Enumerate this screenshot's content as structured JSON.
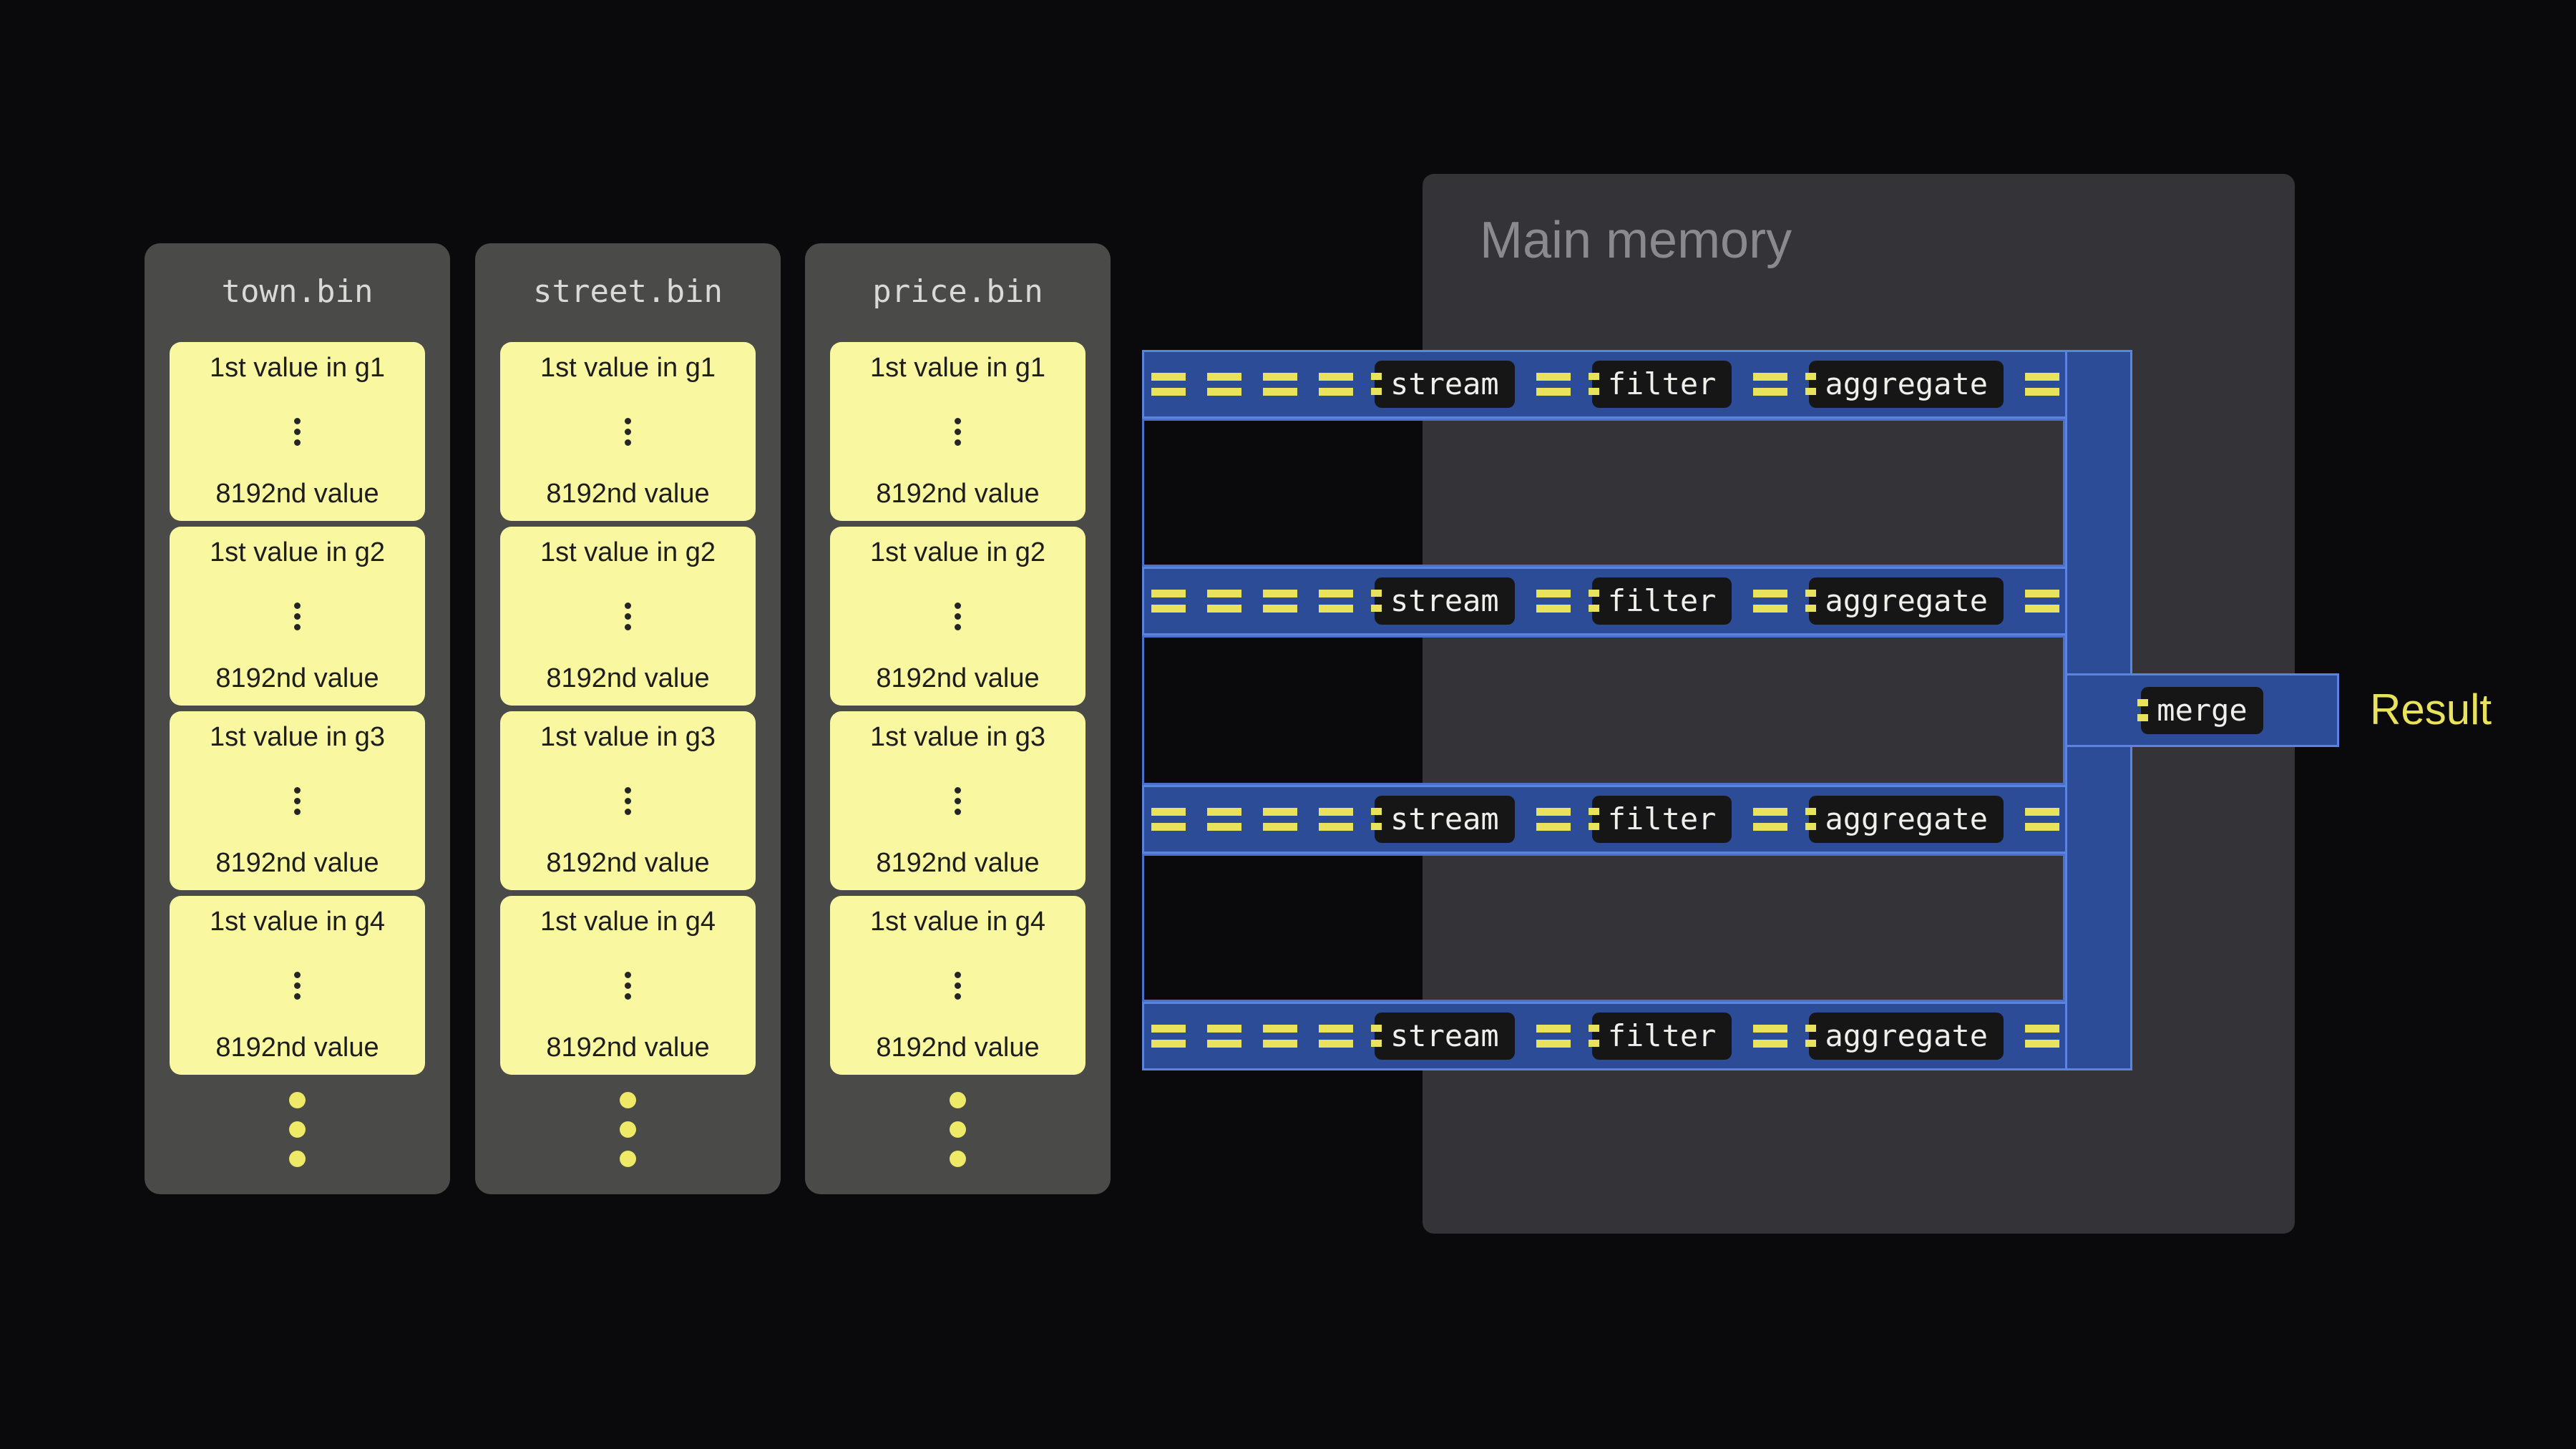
{
  "colors": {
    "background": "#0a0a0c",
    "panel": "#4a4a48",
    "card_yellow": "#faf7a1",
    "lane_fill": "#2d4c97",
    "lane_border": "#5b84e0",
    "dash_yellow": "#e9e25c",
    "badge_bg": "#161616",
    "memory_bg": "#343438"
  },
  "files": [
    {
      "title": "town.bin",
      "cards": [
        {
          "first": "1st value in g1",
          "last": "8192nd value"
        },
        {
          "first": "1st value in g2",
          "last": "8192nd value"
        },
        {
          "first": "1st value in g3",
          "last": "8192nd value"
        },
        {
          "first": "1st value in g4",
          "last": "8192nd value"
        }
      ]
    },
    {
      "title": "street.bin",
      "cards": [
        {
          "first": "1st value in g1",
          "last": "8192nd value"
        },
        {
          "first": "1st value in g2",
          "last": "8192nd value"
        },
        {
          "first": "1st value in g3",
          "last": "8192nd value"
        },
        {
          "first": "1st value in g4",
          "last": "8192nd value"
        }
      ]
    },
    {
      "title": "price.bin",
      "cards": [
        {
          "first": "1st value in g1",
          "last": "8192nd value"
        },
        {
          "first": "1st value in g2",
          "last": "8192nd value"
        },
        {
          "first": "1st value in g3",
          "last": "8192nd value"
        },
        {
          "first": "1st value in g4",
          "last": "8192nd value"
        }
      ]
    }
  ],
  "memory": {
    "title": "Main memory"
  },
  "lanes": [
    {
      "badges": [
        "stream",
        "filter",
        "aggregate"
      ]
    },
    {
      "badges": [
        "stream",
        "filter",
        "aggregate"
      ]
    },
    {
      "badges": [
        "stream",
        "filter",
        "aggregate"
      ]
    },
    {
      "badges": [
        "stream",
        "filter",
        "aggregate"
      ]
    }
  ],
  "merge_label": "merge",
  "result_label": "Result"
}
